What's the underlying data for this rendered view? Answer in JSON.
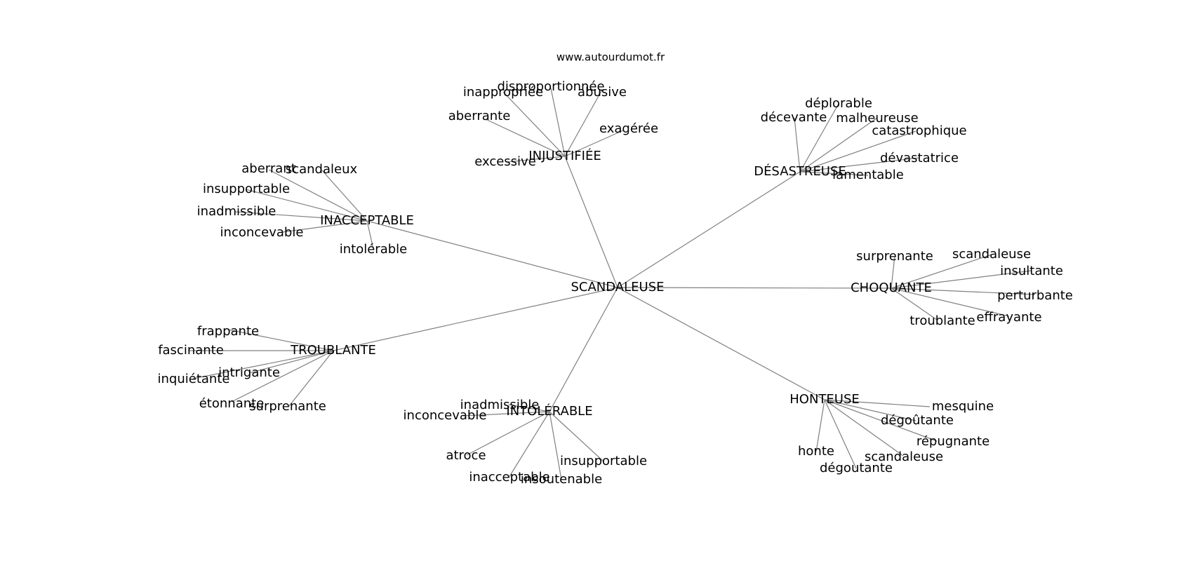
{
  "site_label": "www.autourdumot.fr",
  "graph": {
    "center": "SCANDALEUSE",
    "groups": [
      {
        "hub": "INJUSTIFIÉE",
        "leaves": [
          "disproportionnée",
          "inappropriée",
          "abusive",
          "aberrante",
          "exagérée",
          "excessive"
        ]
      },
      {
        "hub": "DÉSASTREUSE",
        "leaves": [
          "déplorable",
          "décevante",
          "malheureuse",
          "catastrophique",
          "dévastatrice",
          "lamentable"
        ]
      },
      {
        "hub": "INACCEPTABLE",
        "leaves": [
          "aberrant",
          "scandaleux",
          "insupportable",
          "inadmissible",
          "inconcevable",
          "intolérable"
        ]
      },
      {
        "hub": "CHOQUANTE",
        "leaves": [
          "surprenante",
          "scandaleuse",
          "insultante",
          "perturbante",
          "effrayante",
          "troublante"
        ]
      },
      {
        "hub": "TROUBLANTE",
        "leaves": [
          "frappante",
          "fascinante",
          "intrigante",
          "inquiétante",
          "étonnante",
          "surprenante"
        ]
      },
      {
        "hub": "INTOLÉRABLE",
        "leaves": [
          "inadmissible",
          "inconcevable",
          "atroce",
          "insupportable",
          "inacceptable",
          "insoutenable"
        ]
      },
      {
        "hub": "HONTEUSE",
        "leaves": [
          "mesquine",
          "dégoûtante",
          "répugnante",
          "scandaleuse",
          "honte",
          "dégoutante"
        ]
      }
    ]
  }
}
